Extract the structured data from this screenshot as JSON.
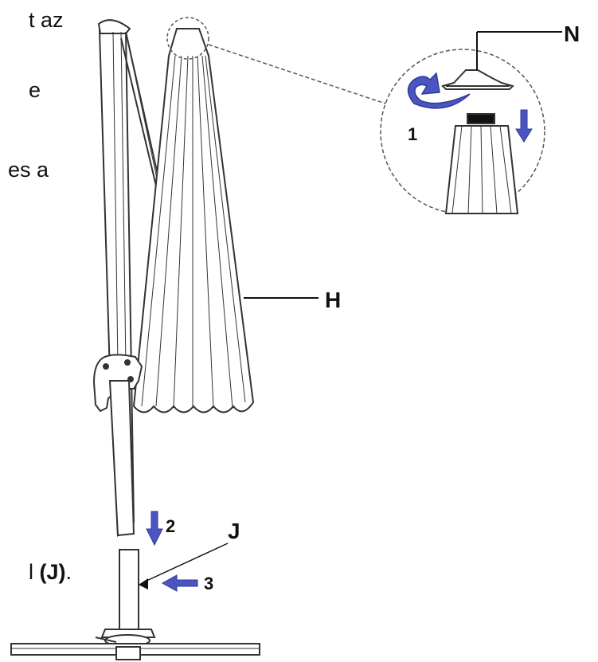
{
  "text_fragments": {
    "line1": "t az",
    "line2": "e",
    "line3": "es a",
    "line4_prefix": "l ",
    "line4_bold": "(J)",
    "line4_suffix": "."
  },
  "labels": {
    "N": "N",
    "H": "H",
    "J": "J",
    "step1": "1",
    "step2": "2",
    "step3": "3"
  },
  "colors": {
    "arrow": "#4a55c0",
    "line": "#333333",
    "text": "#111111"
  }
}
